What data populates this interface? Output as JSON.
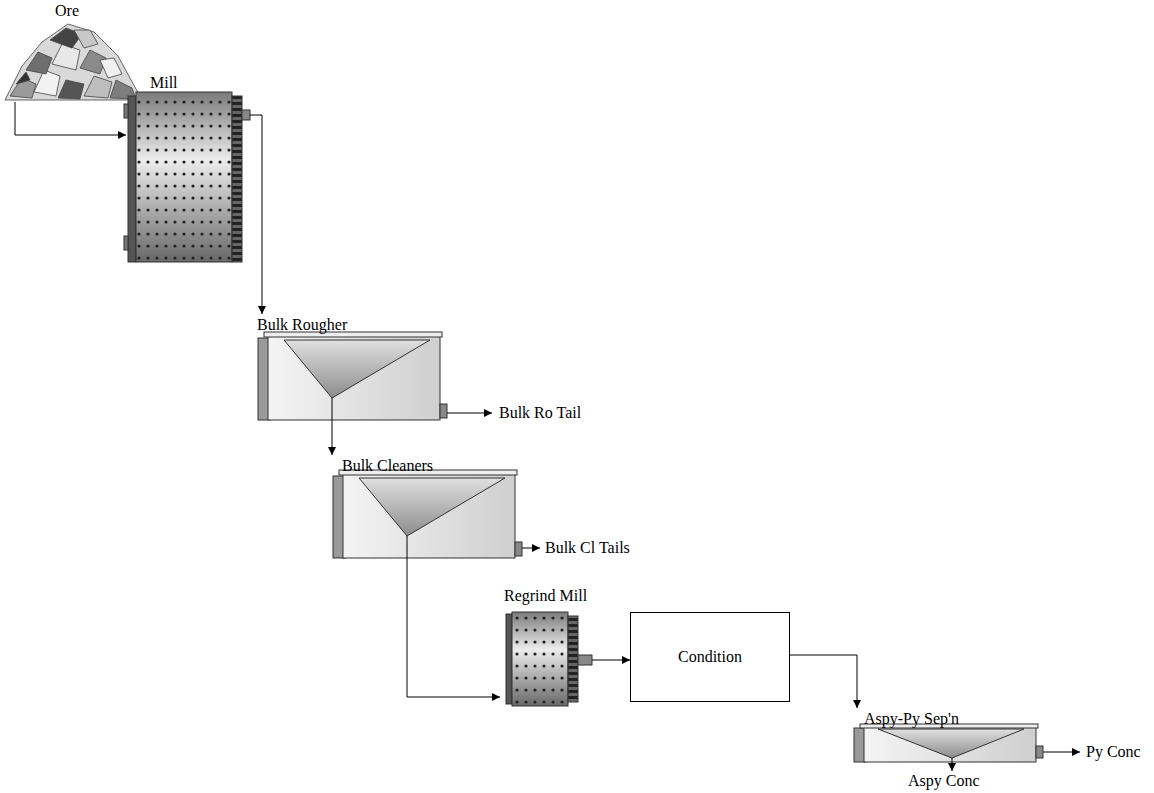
{
  "diagram": {
    "nodes": [
      {
        "text": [
          "Ore"
        ]
      },
      {
        "text": [
          "Mill"
        ]
      },
      {
        "text": [
          "Bulk Rougher"
        ]
      },
      {
        "text": [
          "Bulk Cleaners"
        ]
      },
      {
        "text": [
          "Regrind Mill"
        ]
      },
      {
        "text": [
          "Condition"
        ]
      },
      {
        "text": [
          "Aspy-Py Sep'n"
        ]
      }
    ],
    "edges": [
      {
        "from": 0,
        "to": 1,
        "arrow": "to"
      },
      {
        "from": 1,
        "to": 2,
        "arrow": "to"
      },
      {
        "from": 2,
        "to": 3,
        "arrow": "to"
      },
      {
        "from": 3,
        "to": 4,
        "arrow": "to"
      },
      {
        "from": 4,
        "to": 5,
        "arrow": "to"
      },
      {
        "from": 5,
        "to": 6,
        "arrow": "to"
      }
    ],
    "labels": [
      "Bulk Ro Tail",
      "Bulk Cl Tails",
      "Py Conc",
      "Aspy Conc"
    ]
  }
}
